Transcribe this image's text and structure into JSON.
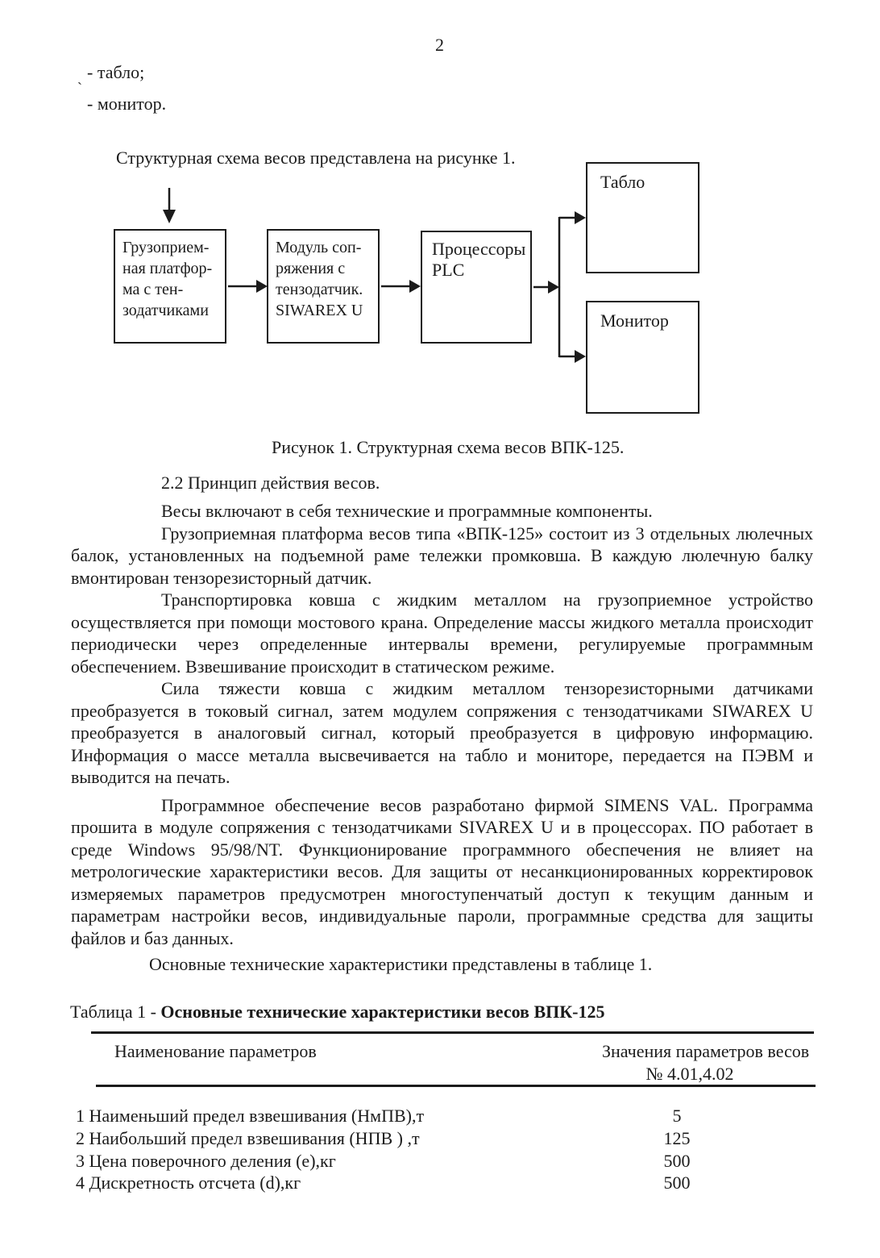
{
  "page": {
    "number": "2",
    "list_items": [
      "- табло;",
      "- монитор."
    ],
    "stray_mark": "ˋ",
    "intro_line": "Структурная схема весов представлена на рисунке 1.",
    "figure_caption": "Рисунок 1.  Структурная схема весов ВПК-125.",
    "section_heading": "2.2 Принцип действия весов.",
    "paragraphs": [
      "Весы включают в себя технические и программные компоненты.",
      "Грузоприемная платформа весов типа «ВПК-125»  состоит из 3 отдельных люлечных балок, установленных  на  подъемной раме тележки промковша. В каждую люлечную балку вмонтирован тензорезисторный датчик.",
      "Транспортировка  ковша с жидким металлом на грузоприемное устройство осуществляется при помощи  мостового крана. Определение массы жидкого металла происходит периодически через определенные интервалы времени, регулируемые программным обеспечением.  Взвешивание происходит в статическом режиме.",
      "Сила тяжести ковша с жидким металлом тензорезисторными датчиками преобразуется в токовый сигнал, затем модулем сопряжения с тензодатчиками SIWAREX U преобразуется в аналоговый  сигнал, который   преобразуется в цифровую информацию. Информация о массе металла высвечивается на  табло   и мониторе, передается на ПЭВМ и выводится на печать.",
      "Программное обеспечение весов разработано фирмой SIMENS VAL. Программа прошита в модуле сопряжения с тензодатчиками  SIVAREX U и в процессорах. ПО работает в среде Windows 95/98/NT. Функционирование программного обеспечения не влияет на метрологические характеристики весов. Для защиты от несанкционированных корректировок измеряемых параметров предусмотрен многоступенчатый доступ к текущим данным и параметрам настройки  весов, индивидуальные пароли, программные средства для защиты файлов и баз данных.",
      "Основные технические характеристики представлены в таблице 1."
    ]
  },
  "diagram": {
    "boxes": {
      "platform": "Грузоприем-\nная платфор-\nма с тен-\nзодатчиками",
      "module": "Модуль соп-\nряжения с\nтензодатчик.\nSIWAREX U",
      "plc": "Процессоры\nPLC",
      "tablo": "Табло",
      "monitor": "Монитор"
    },
    "line_color": "#1b1b1b"
  },
  "table": {
    "title_prefix": "Таблица 1 -  ",
    "title_bold": "Основные технические характеристики  весов ВПК-125",
    "col_name_header": "Наименование параметров",
    "col_value_header": "Значения параметров весов",
    "col_value_subheader": "№ 4.01,4.02",
    "rows": [
      {
        "name": "1 Наименьший предел взвешивания (НмПВ),т",
        "value": "5"
      },
      {
        "name": "2 Наибольший предел взвешивания (НПВ ) ,т",
        "value": "125"
      },
      {
        "name": "3 Цена поверочного деления (е),кг",
        "value": "500"
      },
      {
        "name": "4  Дискретность отсчета (d),кг",
        "value": "500"
      }
    ]
  }
}
